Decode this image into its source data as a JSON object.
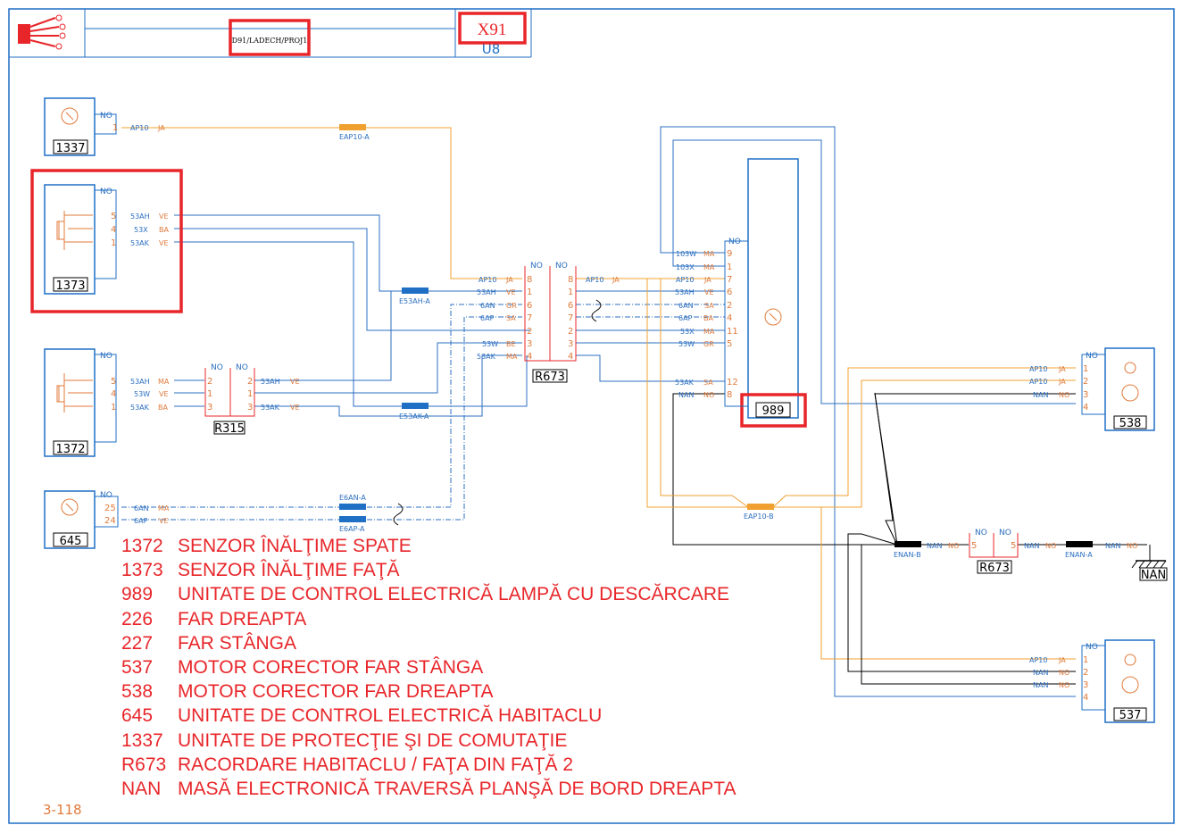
{
  "title_block": {
    "drawing_ref": "D91/LADECH/PROJ1",
    "diagram_code": "X91",
    "sub_code": "U8"
  },
  "components": {
    "c1337": "1337",
    "c1373": "1373",
    "c1372": "1372",
    "c645": "645",
    "c989": "989",
    "c538": "538",
    "c537": "537",
    "r315": "R315",
    "r673": "R673",
    "r673_b": "R673",
    "nan": "NAN"
  },
  "wire_labels": {
    "ap10_1337": "AP10",
    "ja_1337": "JA",
    "eap10a": "EAP10-A",
    "w53ah": "53AH",
    "w53x": "53X",
    "w53ak": "53AK",
    "e53aha": "E53AH-A",
    "e53aka": "E53AK-A",
    "w53w": "53W",
    "w6an": "6AN",
    "w6ap": "6AP",
    "e6ana": "E6AN-A",
    "e6apa": "E6AP-A",
    "w103w": "103W",
    "w103x": "103X",
    "nan_w": "NAN",
    "eap10b": "EAP10-B",
    "enanb": "ENAN-B",
    "enana": "ENAN-A"
  },
  "colors_codes": {
    "ve": "VE",
    "ba": "BA",
    "ma": "MA",
    "ja": "JA",
    "gr": "GR",
    "sa": "SA",
    "be": "BE",
    "no": "NO"
  },
  "legend": [
    {
      "code": "1372",
      "text": "SENZOR ÎNĂLŢIME SPATE"
    },
    {
      "code": "1373",
      "text": "SENZOR ÎNĂLŢIME FAŢĂ"
    },
    {
      "code": "989",
      "text": "UNITATE DE CONTROL ELECTRICĂ LAMPĂ CU DESCĂRCARE"
    },
    {
      "code": "226",
      "text": "FAR DREAPTA"
    },
    {
      "code": "227",
      "text": "FAR STÂNGA"
    },
    {
      "code": "537",
      "text": "MOTOR CORECTOR FAR STÂNGA"
    },
    {
      "code": "538",
      "text": "MOTOR CORECTOR FAR DREAPTA"
    },
    {
      "code": "645",
      "text": "UNITATE DE CONTROL ELECTRICĂ HABITACLU"
    },
    {
      "code": "1337",
      "text": "UNITATE DE PROTECŢIE ŞI DE COMUTAŢIE"
    },
    {
      "code": "R673",
      "text": "RACORDARE HABITACLU / FAŢA DIN FAŢĂ 2"
    },
    {
      "code": "NAN",
      "text": "MASĂ ELECTRONICĂ TRAVERSĂ PLANŞĂ DE BORD DREAPTA"
    }
  ],
  "page_number": "3-118",
  "palette": {
    "border": "#1f6fc5",
    "wire_blue": "#2c6fc0",
    "wire_orange": "#f0a030",
    "label_orange": "#e07a3a",
    "highlight_red": "#e8262a",
    "ground_black": "#000000"
  }
}
